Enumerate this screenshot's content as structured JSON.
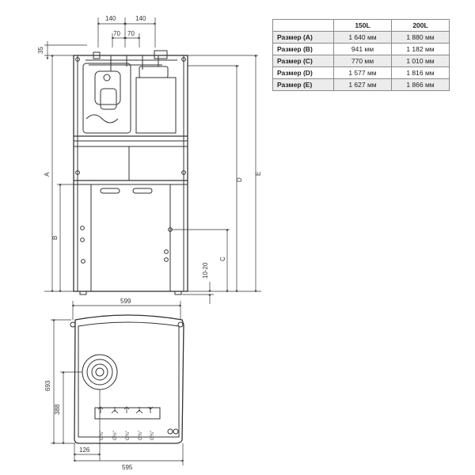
{
  "front_view": {
    "dimensions": {
      "top_spacing_1": "140",
      "top_spacing_2": "140",
      "inner_spacing_1": "70",
      "inner_spacing_2": "70",
      "top_offset": "35",
      "label_a": "A",
      "label_b": "B",
      "label_c": "C",
      "label_d": "D",
      "label_e": "E",
      "foot_height": "10-20",
      "width": "599"
    }
  },
  "plan_view": {
    "dimensions": {
      "depth": "693",
      "flue_height": "388",
      "flue_offset": "126",
      "width": "595"
    },
    "connections": [
      "G¾\"",
      "G½\"",
      "G¾\"",
      "G¾\"",
      "G¾\""
    ]
  },
  "table": {
    "columns": [
      "150L",
      "200L"
    ],
    "rows": [
      {
        "label": "Размер (A)",
        "v150": "1 640 мм",
        "v200": "1 880 мм"
      },
      {
        "label": "Размер (B)",
        "v150": "941 мм",
        "v200": "1 182 мм"
      },
      {
        "label": "Размер (C)",
        "v150": "770 мм",
        "v200": "1 010 мм"
      },
      {
        "label": "Размер (D)",
        "v150": "1 577 мм",
        "v200": "1 816 мм"
      },
      {
        "label": "Размер (E)",
        "v150": "1 627 мм",
        "v200": "1 866 мм"
      }
    ]
  }
}
